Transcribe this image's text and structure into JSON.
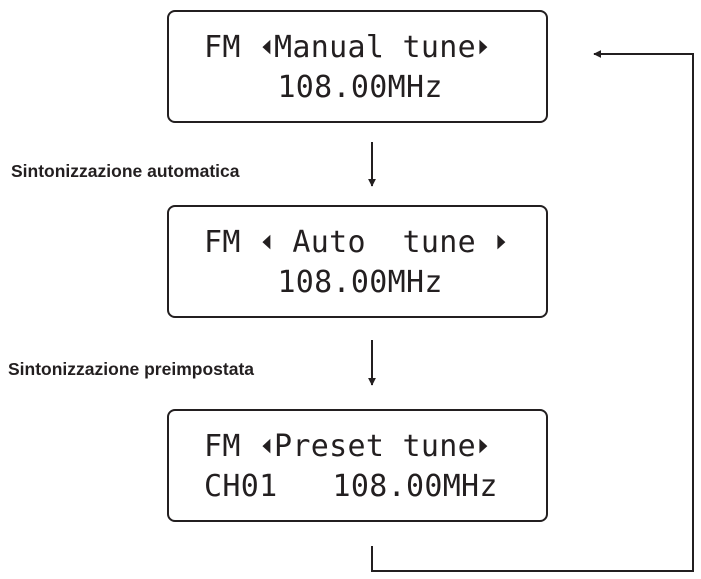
{
  "screens": [
    {
      "band": "FM",
      "left_arrow": "◀",
      "mode": "Manual tune",
      "right_arrow": "▶",
      "line2": "    108.00MHz"
    },
    {
      "band": "FM",
      "left_arrow": "◀",
      "mode": " Auto  tune ",
      "right_arrow": "▶",
      "line2": "    108.00MHz"
    },
    {
      "band": "FM",
      "left_arrow": "◀",
      "mode": "Preset tune",
      "right_arrow": "▶",
      "line2": "CH01   108.00MHz"
    }
  ],
  "steps": [
    {
      "label": "Sintonizzazione automatica"
    },
    {
      "label": "Sintonizzazione preimpostata"
    }
  ]
}
